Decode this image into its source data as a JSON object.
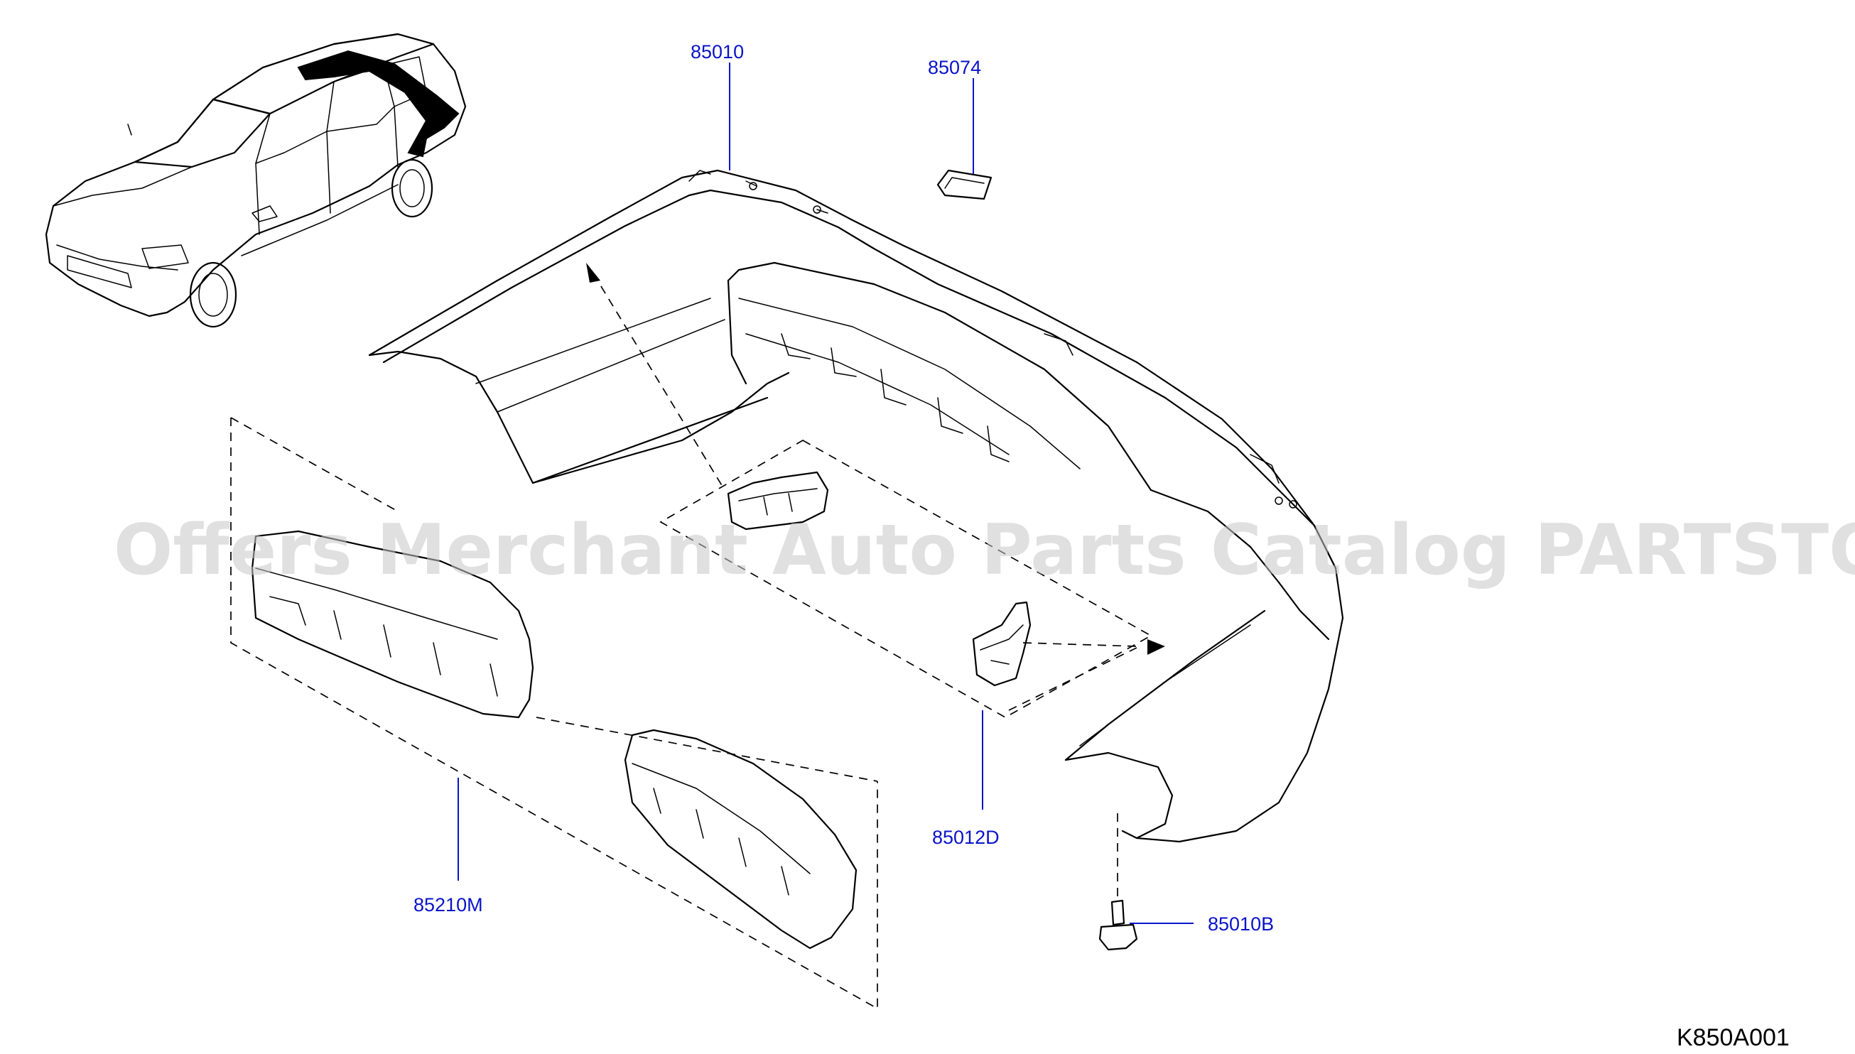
{
  "callouts": [
    {
      "part_no": "85010"
    },
    {
      "part_no": "85074"
    },
    {
      "part_no": "85012D"
    },
    {
      "part_no": "85210M"
    },
    {
      "part_no": "85010B"
    }
  ],
  "diagram_code": "K850A001",
  "watermark": "Offers Merchant Auto Parts Catalog PARTSTORE.SA",
  "colors": {
    "label_blue": "#0a14c8",
    "line_black": "#000000",
    "watermark_gray": "#c8c8c8",
    "background": "#ffffff"
  }
}
